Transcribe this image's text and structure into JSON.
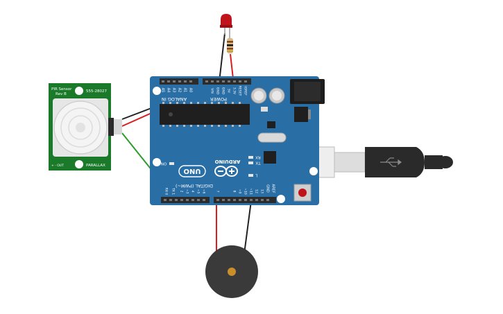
{
  "pir_sensor": {
    "title": "PIR Sensor",
    "rev": "Rev B",
    "part_number": "555-28027",
    "brand": "PARALLAX",
    "pins_label": "+ - OUT"
  },
  "arduino": {
    "model": "UNO",
    "brand": "ARDUINO",
    "power_label": "POWER",
    "analog_label": "ANALOG IN",
    "digital_label": "DIGITAL (PWM~)",
    "on_label": "ON",
    "tx_label": "TX",
    "rx_label": "RX",
    "l_label": "L",
    "aref_label": "AREF",
    "gnd_label": "GND",
    "analog_pins": [
      "A0",
      "A1",
      "A2",
      "A3",
      "A4",
      "A5"
    ],
    "power_pins": [
      "IOREF",
      "RESET",
      "3.3V",
      "5V",
      "GND",
      "GND",
      "VIN"
    ],
    "digital_pins": [
      "13",
      "12",
      "~11",
      "~10",
      "~9",
      "8",
      "7",
      "~6",
      "~5",
      "4",
      "~3",
      "2",
      "TX 1",
      "RX 0"
    ]
  },
  "colors": {
    "board": "#2a6ea6",
    "pir_board": "#1b7a2a",
    "wire_red": "#d81e1e",
    "wire_black": "#222222",
    "wire_green": "#2a9d2a",
    "led": "#c0141c",
    "buzzer": "#3a3a3a",
    "usb_cable": "#2a2a2a"
  }
}
